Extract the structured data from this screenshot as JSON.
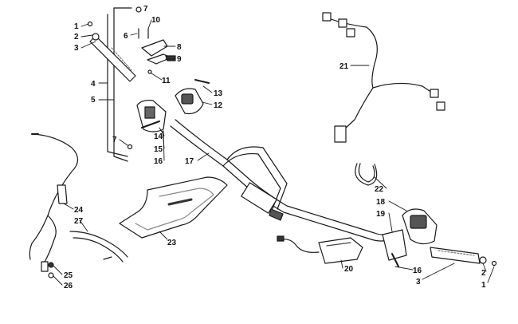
{
  "diagram": {
    "callouts": [
      {
        "id": "c1a",
        "text": "1"
      },
      {
        "id": "c2a",
        "text": "2"
      },
      {
        "id": "c3a",
        "text": "3"
      },
      {
        "id": "c4",
        "text": "4"
      },
      {
        "id": "c5",
        "text": "5"
      },
      {
        "id": "c6",
        "text": "6"
      },
      {
        "id": "c7a",
        "text": "7"
      },
      {
        "id": "c7b",
        "text": "7"
      },
      {
        "id": "c8",
        "text": "8"
      },
      {
        "id": "c9",
        "text": "9"
      },
      {
        "id": "c10",
        "text": "10"
      },
      {
        "id": "c11",
        "text": "11"
      },
      {
        "id": "c12",
        "text": "12"
      },
      {
        "id": "c13",
        "text": "13"
      },
      {
        "id": "c14",
        "text": "14"
      },
      {
        "id": "c15",
        "text": "15"
      },
      {
        "id": "c16a",
        "text": "16"
      },
      {
        "id": "c16b",
        "text": "16"
      },
      {
        "id": "c17",
        "text": "17"
      },
      {
        "id": "c18",
        "text": "18"
      },
      {
        "id": "c19",
        "text": "19"
      },
      {
        "id": "c20",
        "text": "20"
      },
      {
        "id": "c21",
        "text": "21"
      },
      {
        "id": "c22",
        "text": "22"
      },
      {
        "id": "c23",
        "text": "23"
      },
      {
        "id": "c24",
        "text": "24"
      },
      {
        "id": "c25",
        "text": "25"
      },
      {
        "id": "c26",
        "text": "26"
      },
      {
        "id": "c27",
        "text": "27"
      },
      {
        "id": "c3b",
        "text": "3"
      },
      {
        "id": "c2b",
        "text": "2"
      },
      {
        "id": "c1b",
        "text": "1"
      }
    ],
    "colors": {
      "line": "#1a1a1a",
      "fill": "#ffffff",
      "shade": "#555555"
    }
  }
}
